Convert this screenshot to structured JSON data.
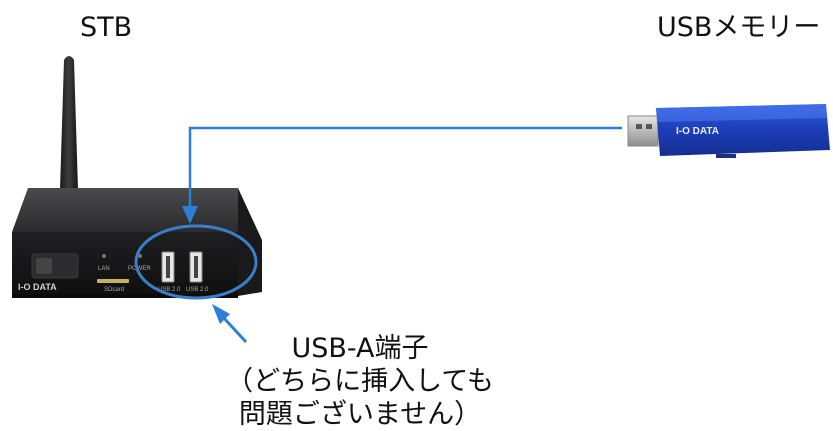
{
  "labels": {
    "stb": "STB",
    "usb_memory": "USBメモリー"
  },
  "callout": {
    "line1": "USB-A端子",
    "line2": "（どちらに挿入しても",
    "line3": "問題ございません）"
  },
  "device": {
    "brand": "I-O DATA",
    "port_labels": [
      "LAN",
      "POWER",
      "SDcard",
      "USB 2.0",
      "USB 2.0"
    ]
  },
  "usb_stick": {
    "brand": "I-O DATA"
  },
  "colors": {
    "connector_line": "#2b7fd6",
    "callout_ring": "#3b7ec8",
    "stb_body": "#2a2a2c",
    "usb_body": "#1f3fb0"
  }
}
